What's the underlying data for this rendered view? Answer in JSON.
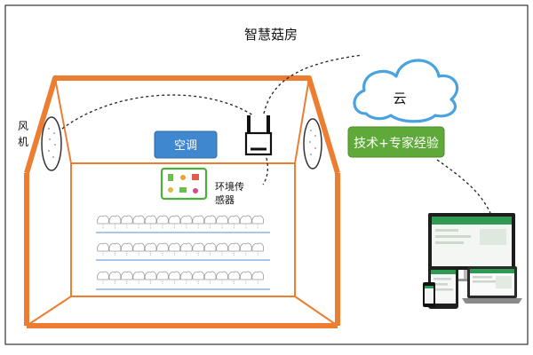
{
  "title": "智慧菇房",
  "cloud": {
    "label": "云",
    "color": "#4aa3df"
  },
  "expertise": {
    "label": "技术+专家经验",
    "color": "#5fa83a"
  },
  "ac": {
    "label": "空调",
    "color": "#3f87cf"
  },
  "fan": {
    "label_line1": "风",
    "label_line2": "机"
  },
  "sensor": {
    "label_line1": "环境传",
    "label_line2": "感器",
    "border_color": "#4caf3c"
  },
  "colors": {
    "house": "#ed7d31",
    "frame": "#333333",
    "shelf": "#8ab4e0"
  }
}
